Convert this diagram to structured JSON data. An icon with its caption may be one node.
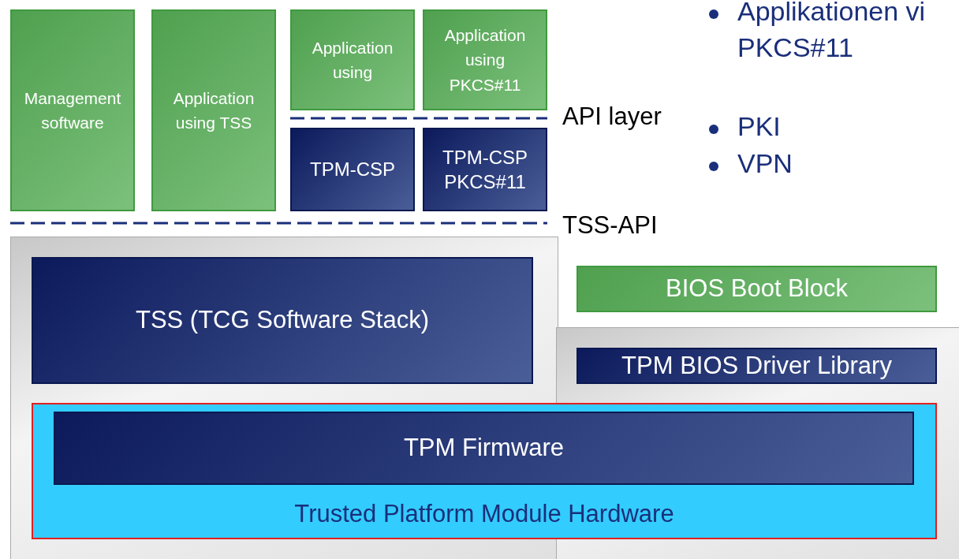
{
  "diagram": {
    "nodes": [
      {
        "text": [
          "Management software"
        ]
      },
      {
        "text": [
          "Application using TSS"
        ]
      },
      {
        "text": [
          "Application using"
        ]
      },
      {
        "text": [
          "Application using PKCS#11"
        ]
      },
      {
        "text": [
          "TPM-CSP"
        ]
      },
      {
        "text": [
          "TPM-CSP PKCS#11"
        ]
      },
      {
        "text": [
          "TSS (TCG Software Stack)"
        ]
      },
      {
        "text": [
          "BIOS Boot Block"
        ]
      },
      {
        "text": [
          "TPM BIOS Driver Library"
        ]
      },
      {
        "text": [
          "Trusted Platform Module Hardware"
        ]
      },
      {
        "text": [
          "TPM Firmware"
        ],
        "in": 9
      }
    ],
    "edges": [],
    "labels": [
      "Applikationen vi PKCS#11",
      "PKI",
      "VPN",
      "API layer",
      "TSS-API"
    ]
  }
}
